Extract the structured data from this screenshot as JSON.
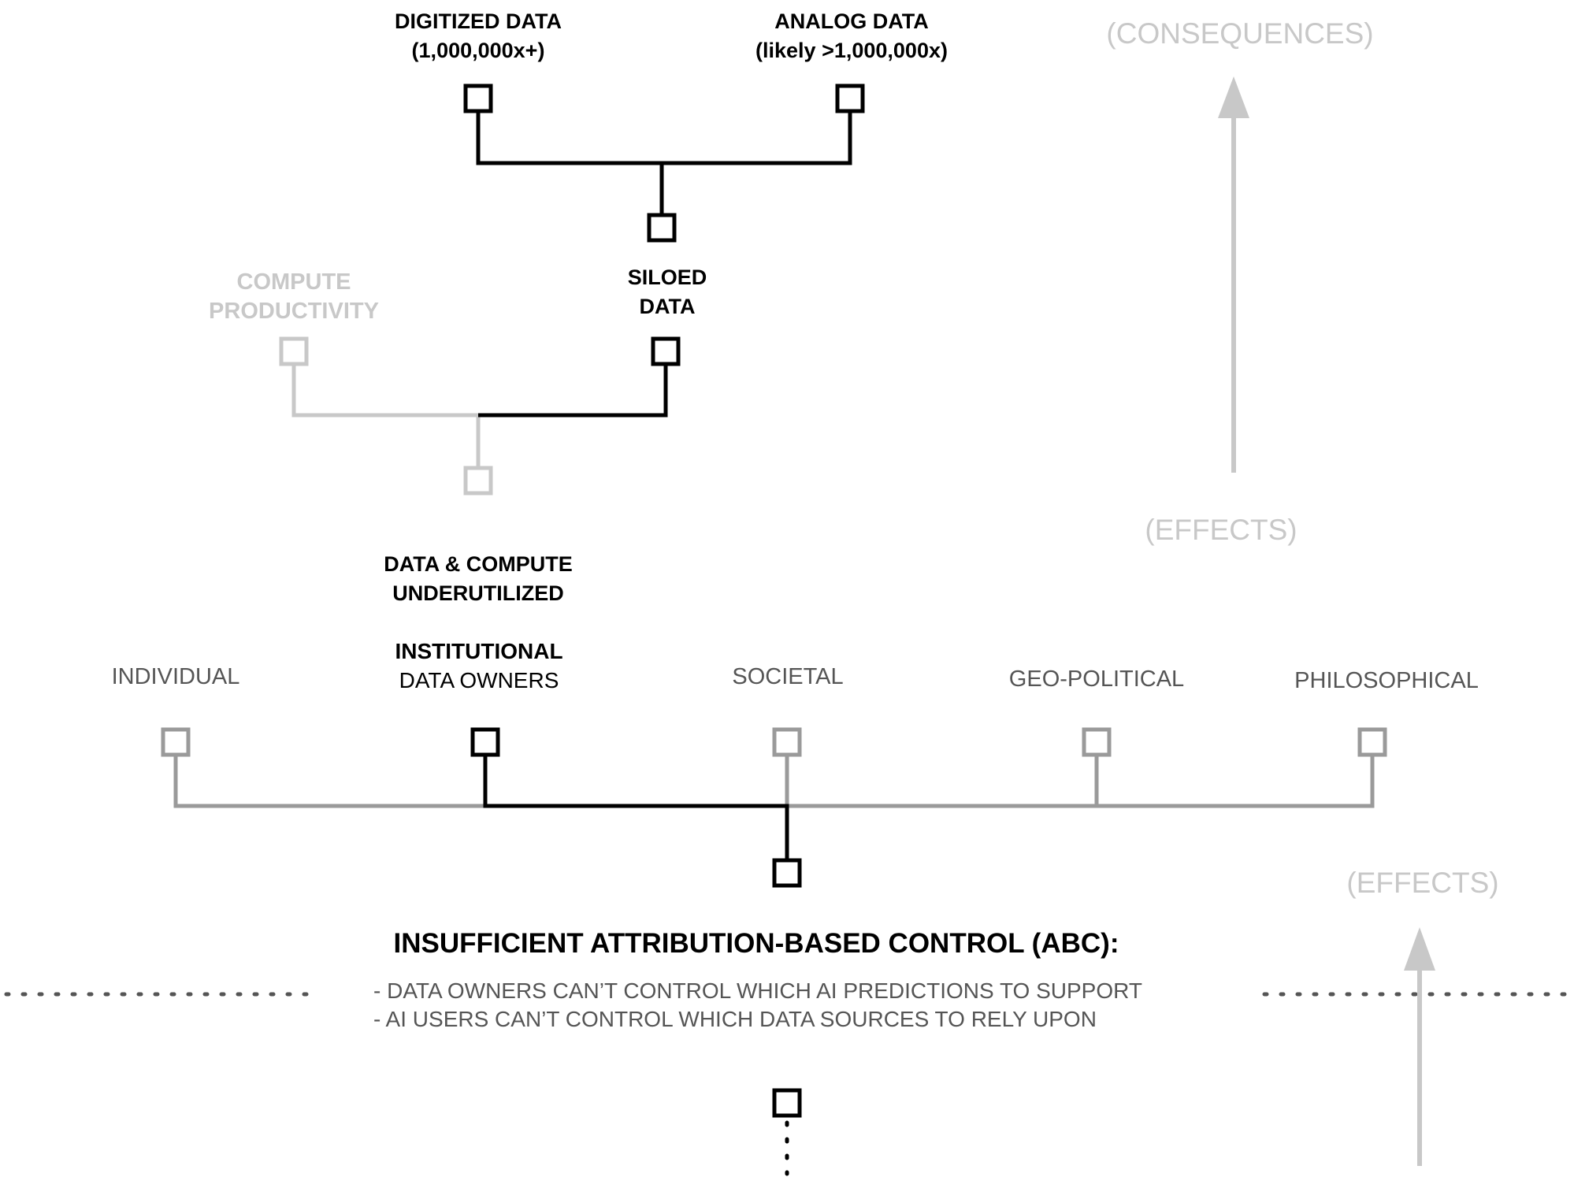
{
  "colors": {
    "black": "#000000",
    "gray": "#9a9a9a",
    "faint": "#c8c8c8",
    "text_gray": "#555555"
  },
  "top_nodes": {
    "digitized": {
      "line1": "DIGITIZED DATA",
      "line2": "(1,000,000x+)"
    },
    "analog": {
      "line1": "ANALOG DATA",
      "line2": "(likely >1,000,000x)"
    }
  },
  "siloed": {
    "line1": "SILOED",
    "line2": "DATA"
  },
  "compute": {
    "line1": "COMPUTE",
    "line2": "PRODUCTIVITY"
  },
  "underutilized": {
    "line1": "DATA & COMPUTE",
    "line2": "UNDERUTILIZED"
  },
  "effects_level": {
    "individual": "INDIVIDUAL",
    "institutional": {
      "line1": "INSTITUTIONAL",
      "line2": "DATA OWNERS"
    },
    "societal": "SOCIETAL",
    "geopolitical": "GEO-POLITICAL",
    "philosophical": "PHILOSOPHICAL"
  },
  "side_labels": {
    "consequences": "(CONSEQUENCES)",
    "effects_upper": "(EFFECTS)",
    "effects_lower": "(EFFECTS)"
  },
  "root": {
    "title": "INSUFFICIENT ATTRIBUTION-BASED CONTROL (ABC):",
    "point1": "- DATA OWNERS CAN’T CONTROL WHICH AI PREDICTIONS TO SUPPORT",
    "point2": "- AI USERS CAN’T CONTROL WHICH DATA SOURCES TO RELY UPON"
  }
}
